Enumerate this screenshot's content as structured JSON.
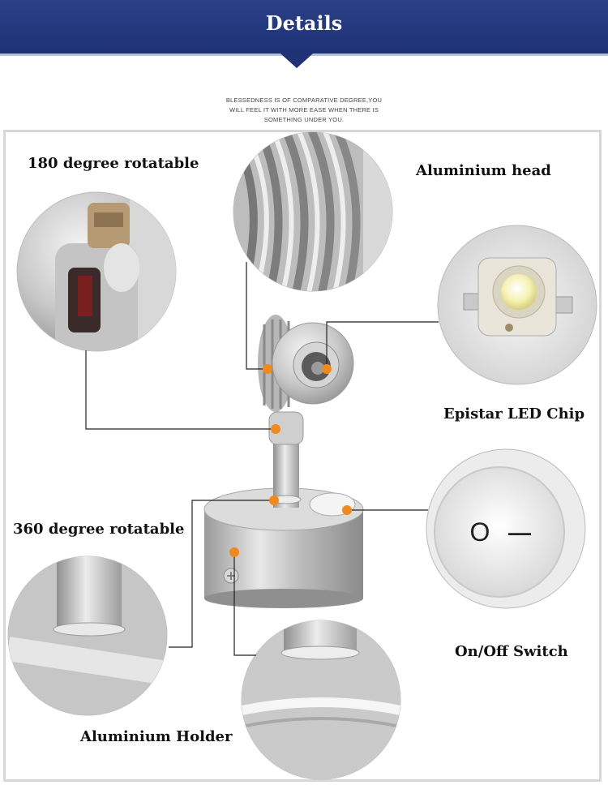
{
  "banner": {
    "title": "Details",
    "color": "#1e3275"
  },
  "tagline": {
    "line1": "BLESSEDNESS IS OF COMPARATIVE DEGREE,YOU",
    "line2": "WILL FEEL IT WITH MORE EASE WHEN THERE IS",
    "line3": "SOMETHING UNDER YOU."
  },
  "features": {
    "rotate180": "180 degree rotatable",
    "aluminium_head": "Aluminium head",
    "led_chip": "Epistar LED Chip",
    "rotate360": "360 degree rotatable",
    "switch": "On/Off Switch",
    "holder": "Aluminium Holder"
  },
  "switch_symbols": {
    "off": "O",
    "on": "—"
  },
  "colors": {
    "accent_dot": "#f08a1e",
    "leader_line": "#222222",
    "panel_border": "#d7d7d7"
  }
}
